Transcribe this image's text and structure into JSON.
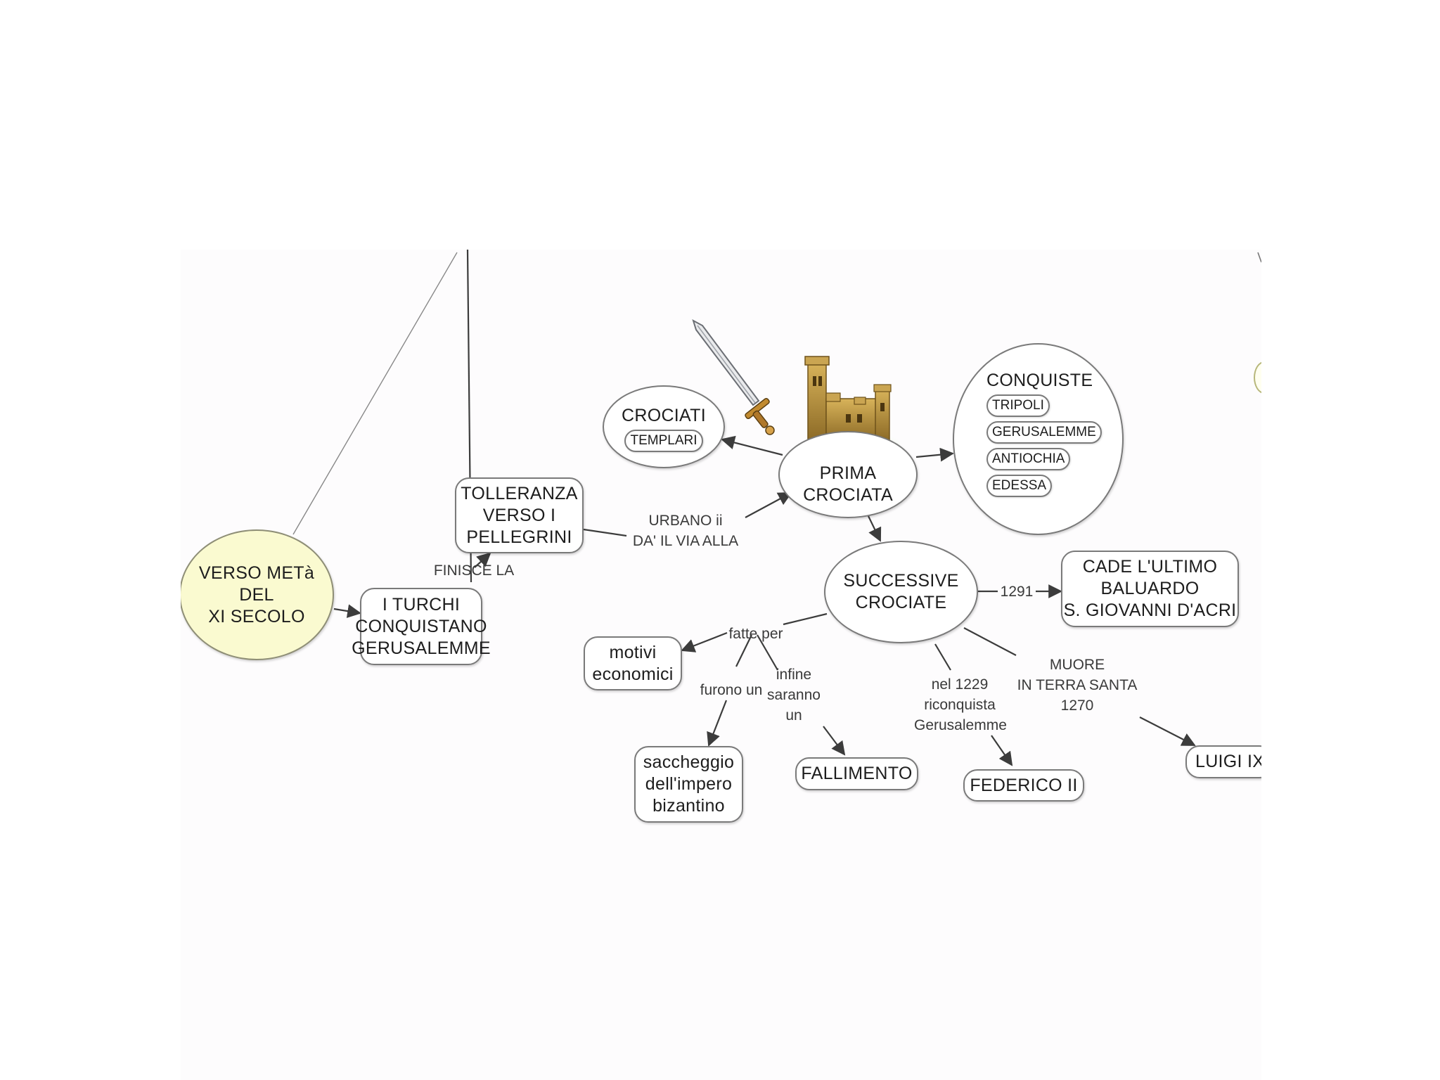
{
  "nodes": {
    "root": "VERSO METà\nDEL\nXI SECOLO",
    "turchi": "I TURCHI\nCONQUISTANO\nGERUSALEMME",
    "tolleranza": "TOLLERANZA\nVERSO I\nPELLEGRINI",
    "prima": "PRIMA\nCROCIATA",
    "crociati": "CROCIATI",
    "templari": "TEMPLARI",
    "conquiste": "CONQUISTE",
    "conquiste_items": [
      "TRIPOLI",
      "GERUSALEMME",
      "ANTIOCHIA",
      "EDESSA"
    ],
    "successive": "SUCCESSIVE\nCROCIATE",
    "cade": "CADE L'ULTIMO\nBALUARDO\nS. GIOVANNI D'ACRI",
    "motivi": "motivi\neconomici",
    "saccheggio": "saccheggio\ndell'impero\nbizantino",
    "fallimento": "FALLIMENTO",
    "federico": "FEDERICO II",
    "luigi": "LUIGI IX"
  },
  "links": {
    "finisce": "FINISCE LA",
    "urbano": "URBANO ii\nDA' IL VIA ALLA",
    "anno1291": "1291",
    "fatte": "fatte per",
    "furono": "furono un",
    "infine": "infine\nsaranno\nun",
    "nel1229": "nel 1229\nriconquista\nGerusalemme",
    "muore": "MUORE\nIN TERRA SANTA\n1270"
  },
  "icons": [
    "sword-icon",
    "castle-icon"
  ]
}
